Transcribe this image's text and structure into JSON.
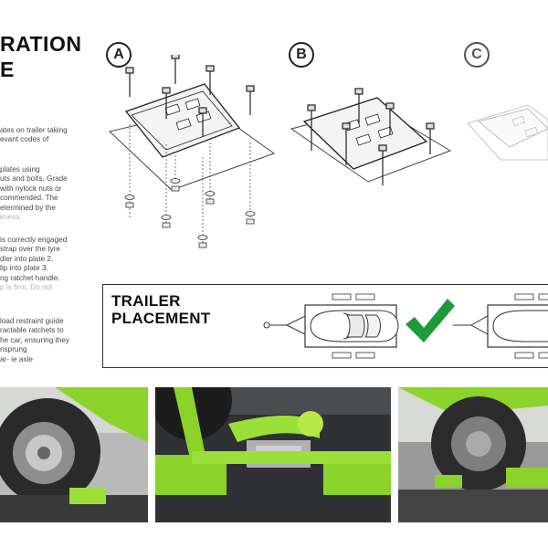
{
  "heading": {
    "line1": "RATION",
    "line2": "E"
  },
  "instructions": {
    "para1": [
      "ates on trailer taking",
      "evant codes of"
    ],
    "para2": [
      "plates using",
      "uts and bolts. Grade",
      "with nylock nuts or",
      "commended. The",
      "etermined by the",
      "kness."
    ],
    "para3": [
      "is correctly engaged",
      "strap over the tyre",
      "dler into plate 2.",
      "lip into plate 3.",
      "ng ratchet handle.",
      "p is firm. Do not"
    ],
    "para4": [
      "load restraint guide",
      "ractable ratchets to",
      "he car, ensuring they",
      "nsprung",
      "ar- ie axle"
    ]
  },
  "steps": [
    {
      "label": "A"
    },
    {
      "label": "B"
    },
    {
      "label": "C"
    }
  ],
  "placement": {
    "title_line1": "TRAILER",
    "title_line2": "PLACEMENT"
  },
  "colors": {
    "accent_green": "#8bd22a",
    "check_green": "#1f9a3a",
    "text_dark": "#111111",
    "text_body": "#4a4a4a"
  },
  "icons": [
    "checkmark-icon",
    "car-top-view-icon",
    "trailer-hitch-icon",
    "bolt-icon",
    "plate-icon"
  ]
}
